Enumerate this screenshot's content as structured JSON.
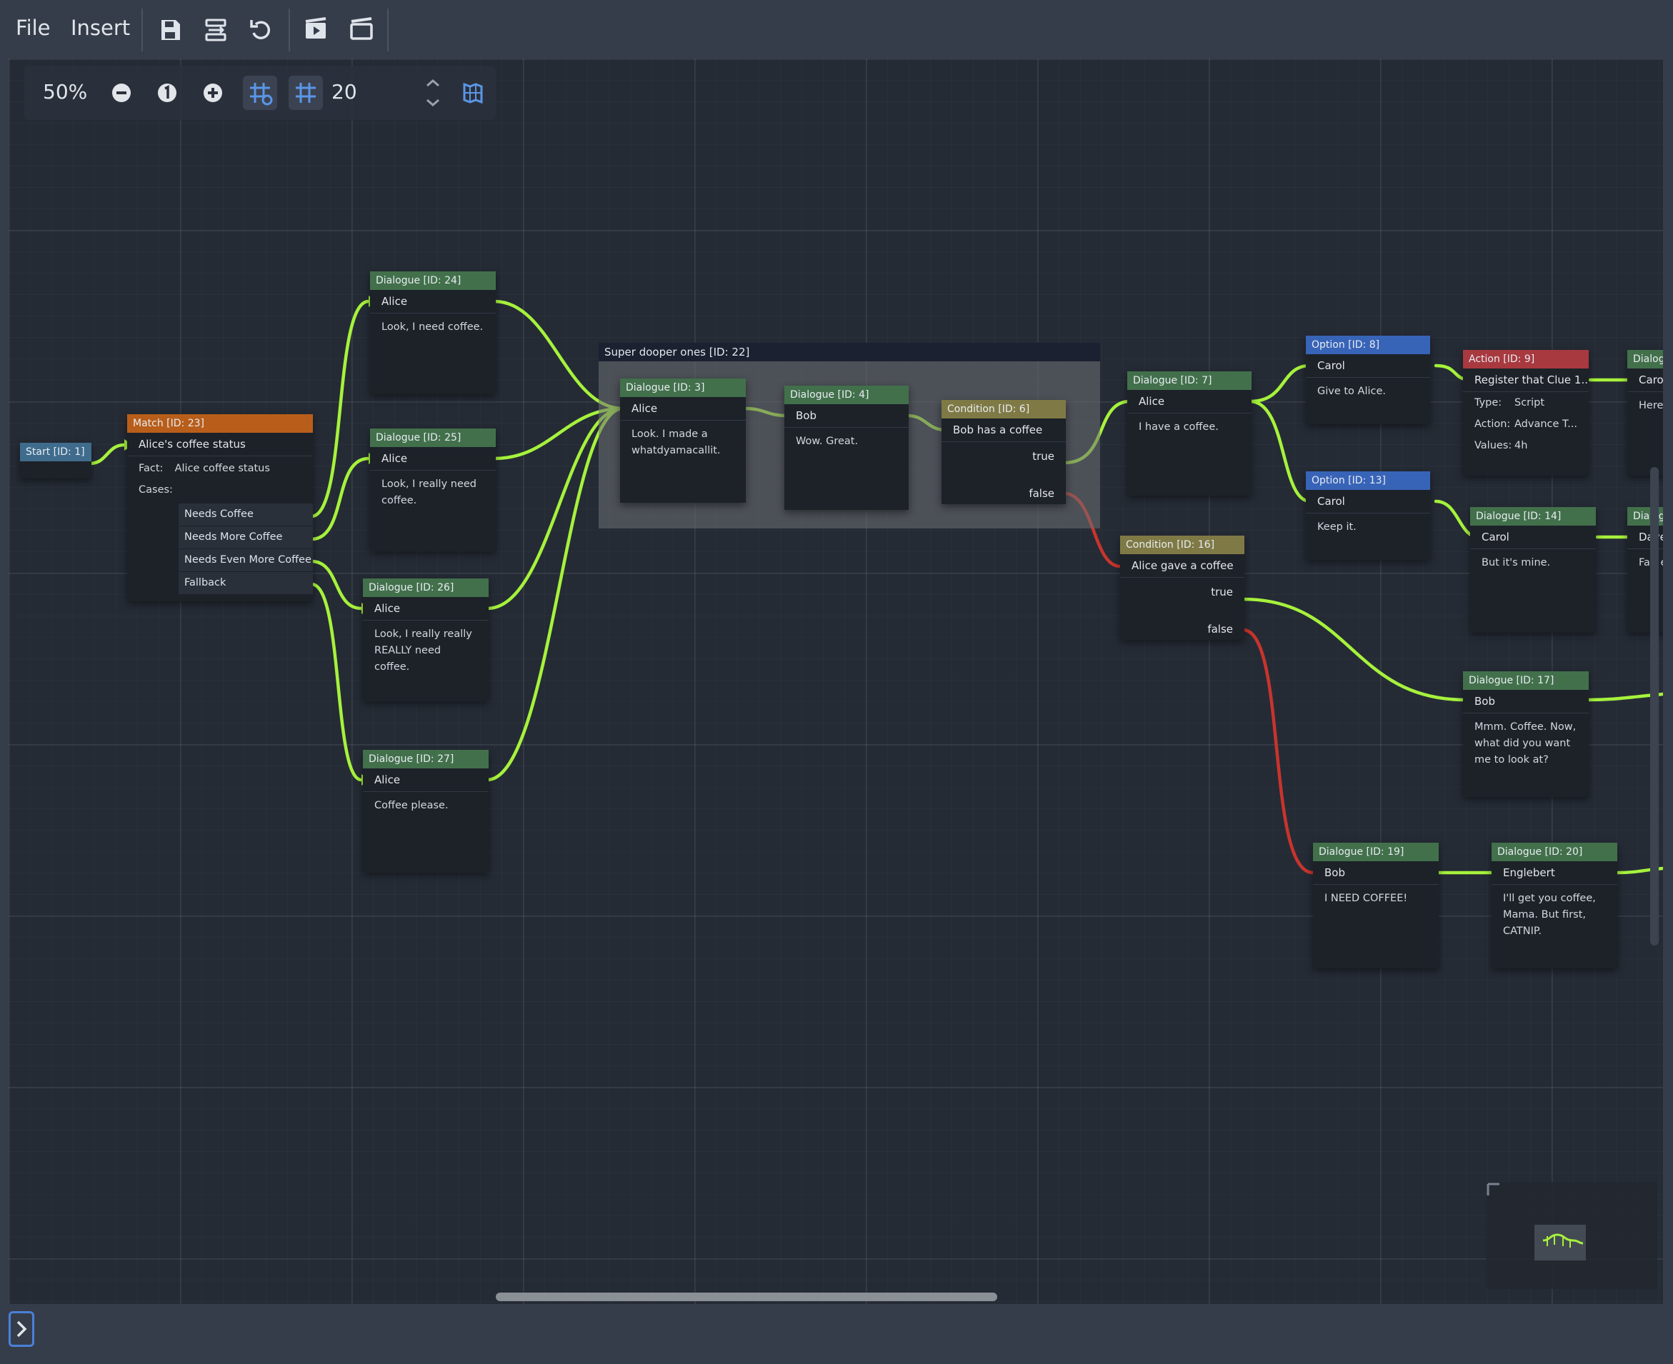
{
  "menu": {
    "file": "File",
    "insert": "Insert"
  },
  "toolbar_icons": [
    "save-icon",
    "split-icon",
    "undo-icon",
    "play-icon",
    "clapper-icon"
  ],
  "zoom": {
    "percent": "50%",
    "snap_distance": "20"
  },
  "zoom_icons": [
    "zoom-out-icon",
    "zoom-reset-icon",
    "zoom-in-icon",
    "snap-grid-icon",
    "grid-toggle-icon",
    "minimap-icon"
  ],
  "group": {
    "title": "Super dooper ones [ID: 22]"
  },
  "nodes": {
    "n1": {
      "title": "Start [ID: 1]"
    },
    "n23": {
      "title": "Match [ID: 23]",
      "label": "Alice's coffee status",
      "fact_label": "Fact:",
      "fact_value": "Alice coffee status",
      "cases_label": "Cases:",
      "cases": [
        "Needs Coffee",
        "Needs More Coffee",
        "Needs Even More Coffee",
        "Fallback"
      ]
    },
    "n24": {
      "title": "Dialogue [ID: 24]",
      "speaker": "Alice",
      "text": "Look, I need coffee."
    },
    "n25": {
      "title": "Dialogue [ID: 25]",
      "speaker": "Alice",
      "text": "Look, I really need\ncoffee."
    },
    "n26": {
      "title": "Dialogue [ID: 26]",
      "speaker": "Alice",
      "text": "Look, I really really\nREALLY need coffee."
    },
    "n27": {
      "title": "Dialogue [ID: 27]",
      "speaker": "Alice",
      "text": "Coffee please."
    },
    "n3": {
      "title": "Dialogue [ID: 3]",
      "speaker": "Alice",
      "text": "Look. I made a\nwhatdyamacallit."
    },
    "n4": {
      "title": "Dialogue [ID: 4]",
      "speaker": "Bob",
      "text": "Wow. Great."
    },
    "n6": {
      "title": "Condition [ID: 6]",
      "label": "Bob has a coffee",
      "true_label": "true",
      "false_label": "false"
    },
    "n7": {
      "title": "Dialogue [ID: 7]",
      "speaker": "Alice",
      "text": "I have a coffee."
    },
    "n8": {
      "title": "Option [ID: 8]",
      "speaker": "Carol",
      "text": "Give to Alice."
    },
    "n13": {
      "title": "Option [ID: 13]",
      "speaker": "Carol",
      "text": "Keep it."
    },
    "n9": {
      "title": "Action [ID: 9]",
      "label": "Register that Clue 1...",
      "type_label": "Type:",
      "type_value": "Script",
      "action_label": "Action:",
      "action_value": "Advance T...",
      "values_label": "Values:",
      "values_value": "4h"
    },
    "n14": {
      "title": "Dialogue [ID: 14]",
      "speaker": "Carol",
      "text": "But it's mine."
    },
    "n16": {
      "title": "Condition [ID: 16]",
      "label": "Alice gave a coffee",
      "true_label": "true",
      "false_label": "false"
    },
    "n17": {
      "title": "Dialogue [ID: 17]",
      "speaker": "Bob",
      "text": "Mmm. Coffee. Now,\nwhat did you want\nme to look at?"
    },
    "n19": {
      "title": "Dialogue [ID: 19]",
      "speaker": "Bob",
      "text": "I NEED COFFEE!"
    },
    "n20": {
      "title": "Dialogue [ID: 20]",
      "speaker": "Englebert",
      "text": "I'll get you coffee,\nMama. But first,\nCATNIP."
    },
    "nA": {
      "title": "Dialog",
      "speaker": "Carol",
      "text": "Here"
    },
    "nB": {
      "title": "Dialog",
      "speaker": "Dave",
      "text": "Fair e"
    }
  },
  "colors": {
    "wire_true": "#a6f23c",
    "wire_false": "#c8342c",
    "accent": "#4a80d8"
  }
}
